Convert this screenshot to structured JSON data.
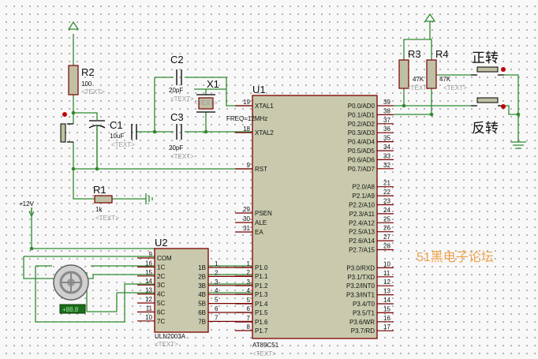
{
  "components": {
    "u1": {
      "ref": "U1",
      "part": "AT89C51",
      "placeholder": "<TEXT>",
      "left_pins": [
        {
          "num": "19",
          "name": "XTAL1"
        },
        {
          "num": "18",
          "name": "XTAL2"
        },
        {
          "num": "9",
          "name": "RST"
        },
        {
          "num": "29",
          "name": "PSEN"
        },
        {
          "num": "30",
          "name": "ALE"
        },
        {
          "num": "31",
          "name": "EA"
        },
        {
          "num": "1",
          "name": "P1.0"
        },
        {
          "num": "2",
          "name": "P1.1"
        },
        {
          "num": "3",
          "name": "P1.2"
        },
        {
          "num": "4",
          "name": "P1.3"
        },
        {
          "num": "5",
          "name": "P1.4"
        },
        {
          "num": "6",
          "name": "P1.5"
        },
        {
          "num": "7",
          "name": "P1.6"
        },
        {
          "num": "8",
          "name": "P1.7"
        }
      ],
      "right_pins": [
        {
          "num": "39",
          "name": "P0.0/AD0"
        },
        {
          "num": "38",
          "name": "P0.1/AD1"
        },
        {
          "num": "37",
          "name": "P0.2/AD2"
        },
        {
          "num": "36",
          "name": "P0.3/AD3"
        },
        {
          "num": "35",
          "name": "P0.4/AD4"
        },
        {
          "num": "34",
          "name": "P0.5/AD5"
        },
        {
          "num": "33",
          "name": "P0.6/AD6"
        },
        {
          "num": "32",
          "name": "P0.7/AD7"
        },
        {
          "num": "21",
          "name": "P2.0/A8"
        },
        {
          "num": "22",
          "name": "P2.1/A9"
        },
        {
          "num": "23",
          "name": "P2.2/A10"
        },
        {
          "num": "24",
          "name": "P2.3/A11"
        },
        {
          "num": "25",
          "name": "P2.4/A12"
        },
        {
          "num": "26",
          "name": "P2.5/A13"
        },
        {
          "num": "27",
          "name": "P2.6/A14"
        },
        {
          "num": "28",
          "name": "P2.7/A15"
        },
        {
          "num": "10",
          "name": "P3.0/RXD"
        },
        {
          "num": "11",
          "name": "P3.1/TXD"
        },
        {
          "num": "12",
          "name": "P3.2/INT0"
        },
        {
          "num": "13",
          "name": "P3.3/INT1"
        },
        {
          "num": "14",
          "name": "P3.4/T0"
        },
        {
          "num": "15",
          "name": "P3.5/T1"
        },
        {
          "num": "16",
          "name": "P3.6/WR"
        },
        {
          "num": "17",
          "name": "P3.7/RD"
        }
      ]
    },
    "u2": {
      "ref": "U2",
      "part": "ULN2003A",
      "placeholder": "<TEXT>",
      "left_pins": [
        {
          "num": "9",
          "name": "COM"
        },
        {
          "num": "16",
          "name": "1C"
        },
        {
          "num": "15",
          "name": "2C"
        },
        {
          "num": "14",
          "name": "3C"
        },
        {
          "num": "13",
          "name": "4C"
        },
        {
          "num": "12",
          "name": "5C"
        },
        {
          "num": "11",
          "name": "6C"
        },
        {
          "num": "10",
          "name": "7C"
        }
      ],
      "right_pins": [
        {
          "num": "1",
          "name": "1B"
        },
        {
          "num": "2",
          "name": "2B"
        },
        {
          "num": "3",
          "name": "3B"
        },
        {
          "num": "4",
          "name": "4B"
        },
        {
          "num": "5",
          "name": "5B"
        },
        {
          "num": "6",
          "name": "6B"
        },
        {
          "num": "7",
          "name": "7B"
        }
      ]
    },
    "c1": {
      "ref": "C1",
      "value": "10uF",
      "placeholder": "<TEXT>"
    },
    "c2": {
      "ref": "C2",
      "value": "20pF",
      "placeholder": "<TEXT>"
    },
    "c3": {
      "ref": "C3",
      "value": "20pF",
      "placeholder": "<TEXT>"
    },
    "x1": {
      "ref": "X1",
      "freq": "FREQ=12MHz",
      "placeholder": "<TEXT>"
    },
    "r1": {
      "ref": "R1",
      "value": "1k",
      "placeholder": "<TEXT>"
    },
    "r2": {
      "ref": "R2",
      "value": "100",
      "placeholder": "<TEXT>"
    },
    "r3": {
      "ref": "R3",
      "value": "47K",
      "placeholder": "<TEXT>"
    },
    "r4": {
      "ref": "R4",
      "value": "47K",
      "placeholder": "<TEXT>"
    },
    "motor": {
      "readout": "+88.8"
    }
  },
  "labels": {
    "vcc": "+12V",
    "forward": "正转",
    "reverse": "反转",
    "watermark": "51黑电子论坛"
  },
  "colors": {
    "wire": "#2f8a2f",
    "pin": "#7a0000",
    "chip": "#c9c9ad"
  }
}
